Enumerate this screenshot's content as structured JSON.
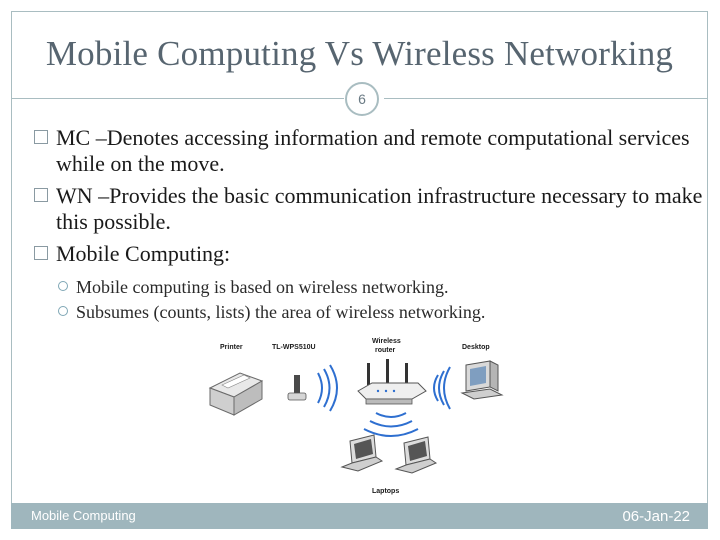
{
  "slide": {
    "title": "Mobile Computing Vs Wireless Networking",
    "page_number": "6",
    "bullets": [
      "MC –Denotes accessing information and remote computational services while on the move.",
      "WN –Provides the basic communication infrastructure necessary to make this possible.",
      "Mobile Computing:"
    ],
    "sub_bullets": [
      "Mobile computing is based on wireless networking.",
      "Subsumes (counts, lists) the area of wireless networking."
    ]
  },
  "diagram": {
    "labels": {
      "printer": "Printer",
      "adapter": "TL-WPS510U",
      "router": "Wireless router",
      "router_line1": "Wireless",
      "router_line2": "router",
      "desktop": "Desktop",
      "laptops": "Laptops"
    }
  },
  "footer": {
    "left": "Mobile Computing",
    "right": "06-Jan-22"
  },
  "colors": {
    "frame": "#a9bdc1",
    "title": "#576570",
    "footer_bar": "#9fb6bd",
    "sub_bullet_ring": "#7fa7b5",
    "wifi_waves": "#2e6fd0"
  },
  "icons": {
    "bullet": "square-bullet-icon",
    "sub_bullet": "circle-bullet-icon"
  }
}
